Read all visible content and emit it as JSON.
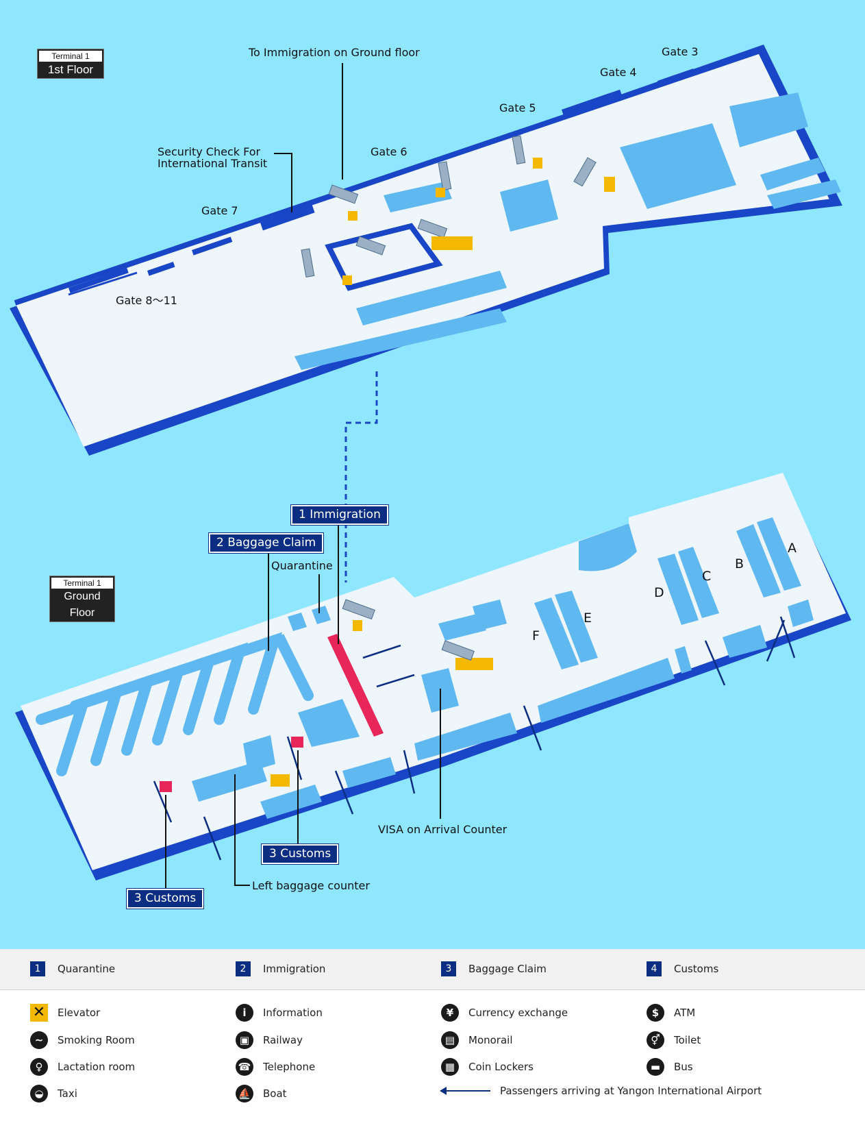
{
  "first_floor": {
    "terminal_label": "Terminal 1",
    "floor_label": "1st Floor",
    "to_immigration": "To Immigration on Ground floor",
    "security_check": "Security Check For\nInternational Transit",
    "gates": [
      "Gate 3",
      "Gate 4",
      "Gate 5",
      "Gate 6",
      "Gate 7",
      "Gate 8～11"
    ]
  },
  "ground_floor": {
    "terminal_label": "Terminal 1",
    "floor_label": "Ground Floor",
    "immigration": "1  Immigration",
    "baggage_claim": "2  Baggage Claim",
    "quarantine": "Quarantine",
    "visa_counter": "VISA on Arrival Counter",
    "customs_1": "3 Customs",
    "customs_2": "3 Customs",
    "left_baggage": "Left baggage counter",
    "counter_letters": [
      "A",
      "B",
      "C",
      "D",
      "E",
      "F"
    ]
  },
  "legend": {
    "numbered": [
      {
        "num": "1",
        "label": "Quarantine"
      },
      {
        "num": "2",
        "label": "Immigration"
      },
      {
        "num": "3",
        "label": "Baggage Claim"
      },
      {
        "num": "4",
        "label": "Customs"
      }
    ],
    "icons": [
      {
        "icon": "elevator-icon",
        "glyph": "✕",
        "label": "Elevator"
      },
      {
        "icon": "information-icon",
        "glyph": "i",
        "label": "Information"
      },
      {
        "icon": "currency-exchange-icon",
        "glyph": "¥",
        "label": "Currency exchange"
      },
      {
        "icon": "atm-icon",
        "glyph": "$",
        "label": "ATM"
      },
      {
        "icon": "smoking-room-icon",
        "glyph": "~",
        "label": "Smoking Room"
      },
      {
        "icon": "railway-icon",
        "glyph": "▣",
        "label": "Railway"
      },
      {
        "icon": "monorail-icon",
        "glyph": "▤",
        "label": "Monorail"
      },
      {
        "icon": "toilet-icon",
        "glyph": "⚥",
        "label": "Toilet"
      },
      {
        "icon": "lactation-room-icon",
        "glyph": "♀",
        "label": "Lactation room"
      },
      {
        "icon": "telephone-icon",
        "glyph": "☎",
        "label": "Telephone"
      },
      {
        "icon": "coin-lockers-icon",
        "glyph": "▦",
        "label": "Coin Lockers"
      },
      {
        "icon": "bus-icon",
        "glyph": "▬",
        "label": "Bus"
      },
      {
        "icon": "taxi-icon",
        "glyph": "◒",
        "label": "Taxi"
      },
      {
        "icon": "boat-icon",
        "glyph": "⛵",
        "label": "Boat"
      }
    ],
    "passengers_arrow": "Passengers arriving at Yangon International Airport"
  },
  "colors": {
    "background": "#8fe6ff",
    "floor": "#eef6fb",
    "wall": "#1846c6",
    "block": "#5fb8f0",
    "badge": "#0b2e83",
    "elevator": "#f5b800",
    "immigration_bar": "#e8265a"
  }
}
